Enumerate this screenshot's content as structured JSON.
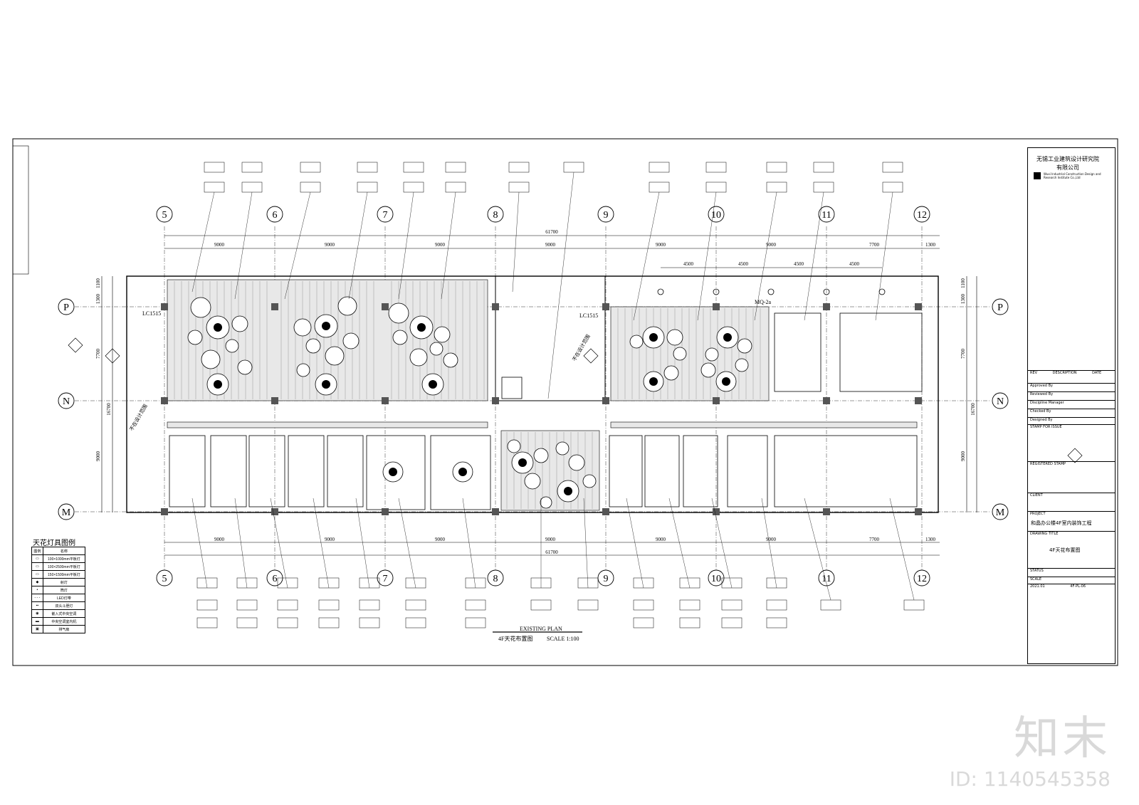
{
  "grid": {
    "columns": [
      "5",
      "6",
      "7",
      "8",
      "9",
      "10",
      "11",
      "12"
    ],
    "rows": [
      "P",
      "N",
      "M"
    ]
  },
  "dimensions": {
    "top_total": "61700",
    "top_spans": [
      "9000",
      "9000",
      "9000",
      "9000",
      "9000",
      "9000",
      "7700",
      "1300"
    ],
    "top_sub_spans": [
      "4500",
      "4500",
      "4500",
      "4500"
    ],
    "bottom_total": "61700",
    "bottom_spans": [
      "9000",
      "9000",
      "9000",
      "9000",
      "9000",
      "9000",
      "7700",
      "1300"
    ],
    "left_vertical": [
      "1300",
      "1100",
      "7700",
      "16700",
      "9000"
    ],
    "right_vertical": [
      "1300",
      "1100",
      "7700",
      "16700",
      "9000"
    ]
  },
  "annotations": {
    "room_tag_left": "LC1515",
    "room_tag_mid": "LC1515",
    "mq_tag": "MQ-2a",
    "design_note_left": "不在设计范围",
    "design_note_mid": "不在设计范围"
  },
  "drawing_title": {
    "en": "EXISTING PLAN",
    "cn": "4F天花布置图",
    "scale": "SCALE 1:100"
  },
  "legend": {
    "title": "天花灯具图例",
    "header": [
      "图例",
      "名称"
    ],
    "items": [
      "100×1000mm平板灯",
      "100×2500mm平板灯",
      "150×1500mm平板灯",
      "射灯",
      "筒灯",
      "LED灯带",
      "双头斗胆灯",
      "嵌入式中央空调",
      "中央空调室内机",
      "排气扇"
    ]
  },
  "title_block": {
    "company": "无锡工业建筑设计研究院",
    "company2": "有限公司",
    "company_en": "Wuxi Industrial Construction Design and Research Institute Co.,Ltd",
    "revision_header": [
      "REV",
      "DESCRIPTION",
      "DATE"
    ],
    "roles": [
      "Approved By",
      "Reviewed By",
      "Discipline Manager",
      "Checked By",
      "Designed By"
    ],
    "stamp": "STAMP FOR ISSUE",
    "registered": "REGISTERED STAMP",
    "client": "CLIENT",
    "project_label": "PROJECT",
    "project": "和晶办公楼4F室内装饰工程",
    "drawing_title_label": "DRAWING TITLE",
    "drawing_title": "4F天花布置图",
    "status": "STATUS",
    "scale": "SCALE",
    "date": "2021.01",
    "dwg_no": "4F-PL-06"
  },
  "watermark": {
    "logo": "知末",
    "id": "ID: 1140545358"
  }
}
